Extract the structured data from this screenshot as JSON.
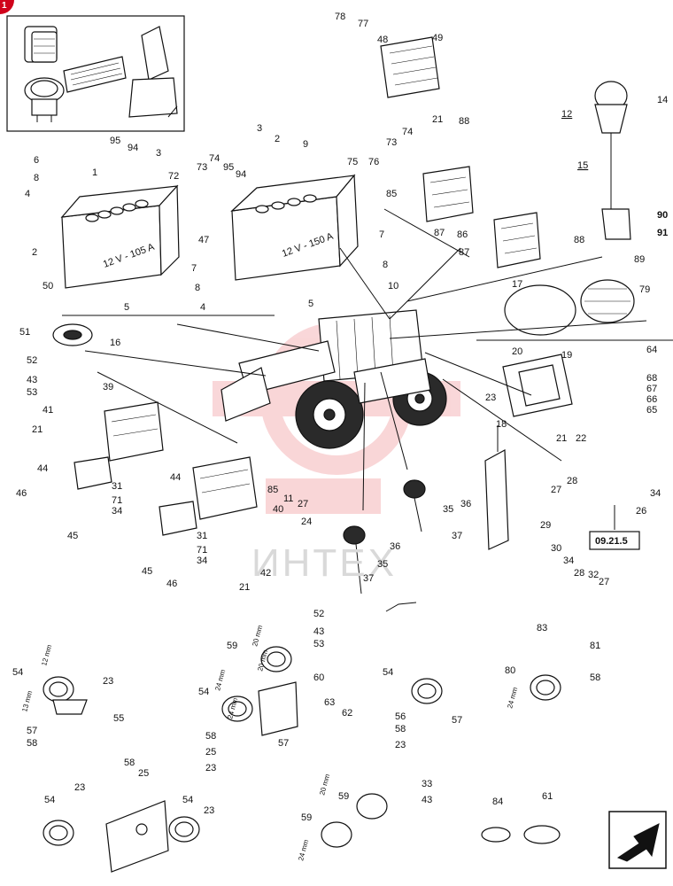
{
  "badge": "1",
  "watermark": "ИНТЕХ",
  "battery_labels": [
    "12 V - 105 A",
    "12 V - 150 A"
  ],
  "reference_box": "09.21.5",
  "dimensions": [
    "12 mm",
    "13 mm",
    "20 mm",
    "24 mm",
    "20 mm",
    "24 mm",
    "20 mm",
    "24 mm",
    "24 mm"
  ],
  "callouts": [
    {
      "label": "78"
    },
    {
      "label": "77"
    },
    {
      "label": "48"
    },
    {
      "label": "49"
    },
    {
      "label": "21"
    },
    {
      "label": "12",
      "underline": true
    },
    {
      "label": "14"
    },
    {
      "label": "88"
    },
    {
      "label": "73"
    },
    {
      "label": "74"
    },
    {
      "label": "85"
    },
    {
      "label": "15",
      "underline": true
    },
    {
      "label": "90",
      "bold": true
    },
    {
      "label": "91",
      "bold": true
    },
    {
      "label": "89"
    },
    {
      "label": "86"
    },
    {
      "label": "88"
    },
    {
      "label": "87"
    },
    {
      "label": "87"
    },
    {
      "label": "6"
    },
    {
      "label": "8"
    },
    {
      "label": "4"
    },
    {
      "label": "1"
    },
    {
      "label": "95"
    },
    {
      "label": "94"
    },
    {
      "label": "3"
    },
    {
      "label": "72"
    },
    {
      "label": "73"
    },
    {
      "label": "74"
    },
    {
      "label": "95"
    },
    {
      "label": "94"
    },
    {
      "label": "3"
    },
    {
      "label": "2"
    },
    {
      "label": "9"
    },
    {
      "label": "75"
    },
    {
      "label": "76"
    },
    {
      "label": "2"
    },
    {
      "label": "47"
    },
    {
      "label": "7"
    },
    {
      "label": "8"
    },
    {
      "label": "50"
    },
    {
      "label": "5"
    },
    {
      "label": "7"
    },
    {
      "label": "8"
    },
    {
      "label": "4"
    },
    {
      "label": "10"
    },
    {
      "label": "5"
    },
    {
      "label": "17"
    },
    {
      "label": "79"
    },
    {
      "label": "51"
    },
    {
      "label": "16"
    },
    {
      "label": "52"
    },
    {
      "label": "43"
    },
    {
      "label": "53"
    },
    {
      "label": "39"
    },
    {
      "label": "41"
    },
    {
      "label": "21"
    },
    {
      "label": "20"
    },
    {
      "label": "19"
    },
    {
      "label": "64"
    },
    {
      "label": "23"
    },
    {
      "label": "68"
    },
    {
      "label": "67"
    },
    {
      "label": "66"
    },
    {
      "label": "65"
    },
    {
      "label": "18"
    },
    {
      "label": "21"
    },
    {
      "label": "22"
    },
    {
      "label": "44"
    },
    {
      "label": "31"
    },
    {
      "label": "71"
    },
    {
      "label": "34"
    },
    {
      "label": "46"
    },
    {
      "label": "45"
    },
    {
      "label": "44"
    },
    {
      "label": "85"
    },
    {
      "label": "11"
    },
    {
      "label": "27"
    },
    {
      "label": "24"
    },
    {
      "label": "40"
    },
    {
      "label": "31"
    },
    {
      "label": "71"
    },
    {
      "label": "34"
    },
    {
      "label": "45"
    },
    {
      "label": "46"
    },
    {
      "label": "42"
    },
    {
      "label": "21"
    },
    {
      "label": "35"
    },
    {
      "label": "36"
    },
    {
      "label": "37"
    },
    {
      "label": "36"
    },
    {
      "label": "35"
    },
    {
      "label": "37"
    },
    {
      "label": "28"
    },
    {
      "label": "27"
    },
    {
      "label": "34"
    },
    {
      "label": "26"
    },
    {
      "label": "29"
    },
    {
      "label": "30"
    },
    {
      "label": "34"
    },
    {
      "label": "28"
    },
    {
      "label": "32"
    },
    {
      "label": "27"
    },
    {
      "label": "83"
    },
    {
      "label": "52"
    },
    {
      "label": "43"
    },
    {
      "label": "53"
    },
    {
      "label": "59"
    },
    {
      "label": "60"
    },
    {
      "label": "63"
    },
    {
      "label": "62"
    },
    {
      "label": "54"
    },
    {
      "label": "58"
    },
    {
      "label": "25"
    },
    {
      "label": "57"
    },
    {
      "label": "23"
    },
    {
      "label": "54"
    },
    {
      "label": "23"
    },
    {
      "label": "55"
    },
    {
      "label": "57"
    },
    {
      "label": "58"
    },
    {
      "label": "54"
    },
    {
      "label": "56"
    },
    {
      "label": "58"
    },
    {
      "label": "57"
    },
    {
      "label": "23"
    },
    {
      "label": "81"
    },
    {
      "label": "80"
    },
    {
      "label": "58"
    },
    {
      "label": "58"
    },
    {
      "label": "25"
    },
    {
      "label": "54"
    },
    {
      "label": "23"
    },
    {
      "label": "54"
    },
    {
      "label": "23"
    },
    {
      "label": "59"
    },
    {
      "label": "33"
    },
    {
      "label": "43"
    },
    {
      "label": "59"
    },
    {
      "label": "84"
    },
    {
      "label": "61"
    }
  ]
}
